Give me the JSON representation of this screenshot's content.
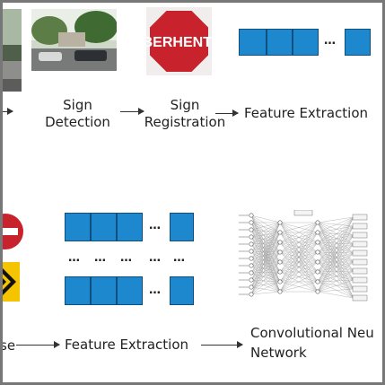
{
  "top_row": {
    "steps": [
      {
        "line1": "Sign",
        "line2": "Detection"
      },
      {
        "line1": "Sign",
        "line2": "Registration"
      },
      {
        "line1": "Feature Extraction",
        "line2": ""
      }
    ],
    "sign_text": "BERHENTI",
    "dots": "…"
  },
  "bottom_row": {
    "left_fragment": "se",
    "feature_label": "Feature Extraction",
    "cnn_line1": "Convolutional Neu",
    "cnn_line2": "Network",
    "dots": "…",
    "row_dots": "…"
  },
  "colors": {
    "block": "#1e88cf",
    "block_border": "#0e4f80",
    "sign_red": "#c8232c",
    "diamond_yellow": "#f4c400"
  }
}
